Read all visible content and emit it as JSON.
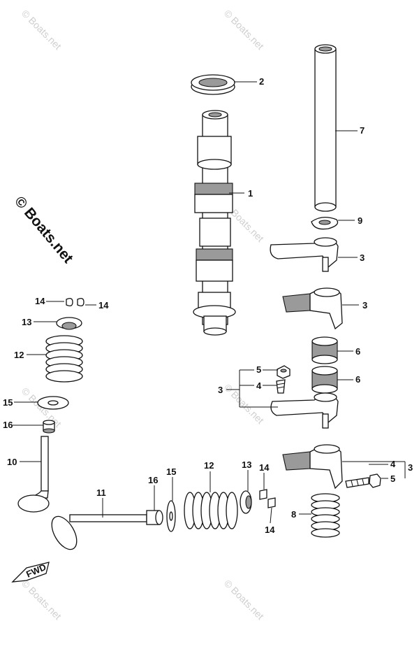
{
  "watermark": {
    "side_text": "© Boats.net",
    "tile_text": "© Boats.net"
  },
  "fwd_label": "FWD",
  "callouts": {
    "c1": "1",
    "c2": "2",
    "c3a": "3",
    "c3b": "3",
    "c3c": "3",
    "c3d": "3",
    "c4a": "4",
    "c4b": "4",
    "c5a": "5",
    "c5b": "5",
    "c6a": "6",
    "c6b": "6",
    "c7": "7",
    "c8": "8",
    "c9": "9",
    "c10": "10",
    "c11": "11",
    "c12a": "12",
    "c12b": "12",
    "c13a": "13",
    "c13b": "13",
    "c14a": "14",
    "c14b": "14",
    "c14c": "14",
    "c14d": "14",
    "c15a": "15",
    "c15b": "15",
    "c16a": "16",
    "c16b": "16"
  },
  "colors": {
    "line": "#111111",
    "shade": "#9a9a9a",
    "watermark": "#cfcfcf"
  }
}
